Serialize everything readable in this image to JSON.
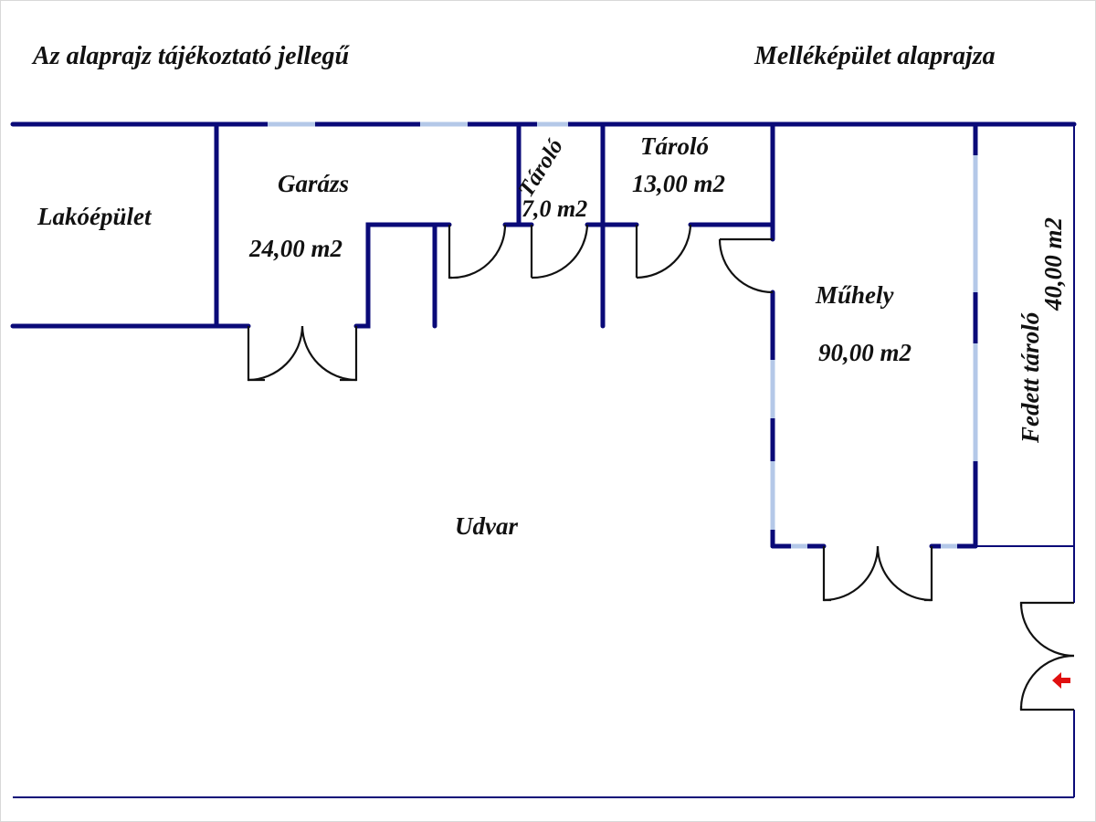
{
  "headings": {
    "left": "Az alaprajz tájékoztató jellegű",
    "right": "Melléképület alaprajza"
  },
  "rooms": {
    "lakoepulet": {
      "name": "Lakóépület"
    },
    "garazs": {
      "name": "Garázs",
      "area": "24,00 m2"
    },
    "tarolo_small": {
      "name": "Tároló",
      "area": "7,0 m2"
    },
    "tarolo": {
      "name": "Tároló",
      "area": "13,00 m2"
    },
    "muhely": {
      "name": "Műhely",
      "area": "90,00 m2"
    },
    "fedett_tarolo": {
      "name": "Fedett tároló",
      "area": "40,00 m2"
    },
    "udvar": {
      "name": "Udvar"
    }
  },
  "colors": {
    "wall": "#0a0a78",
    "window": "#b4c8e8",
    "door": "#111111",
    "entrance_arrow": "#e01010"
  },
  "icons": {
    "entrance": "left-arrow"
  }
}
